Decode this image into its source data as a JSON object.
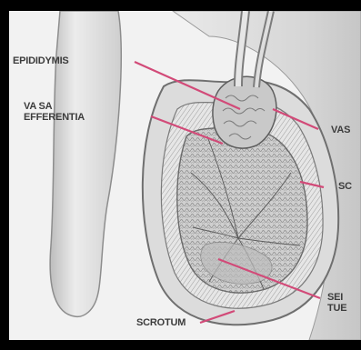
{
  "labels": {
    "epididymis": "EPIDIDYMIS",
    "vasa_efferentia_line1": "VA SA",
    "vasa_efferentia_line2": "EFFERENTIA",
    "vas": "VAS",
    "scrotum_left": "SCROTUM",
    "sc_right": "SC",
    "seminiferous_line1": "SEI",
    "seminiferous_line2": "TUE"
  },
  "colors": {
    "background": "#000000",
    "paper": "#f2f2f2",
    "skin": "#dcdcdc",
    "leader_line": "#d24a78",
    "text": "#3c3c3c"
  }
}
